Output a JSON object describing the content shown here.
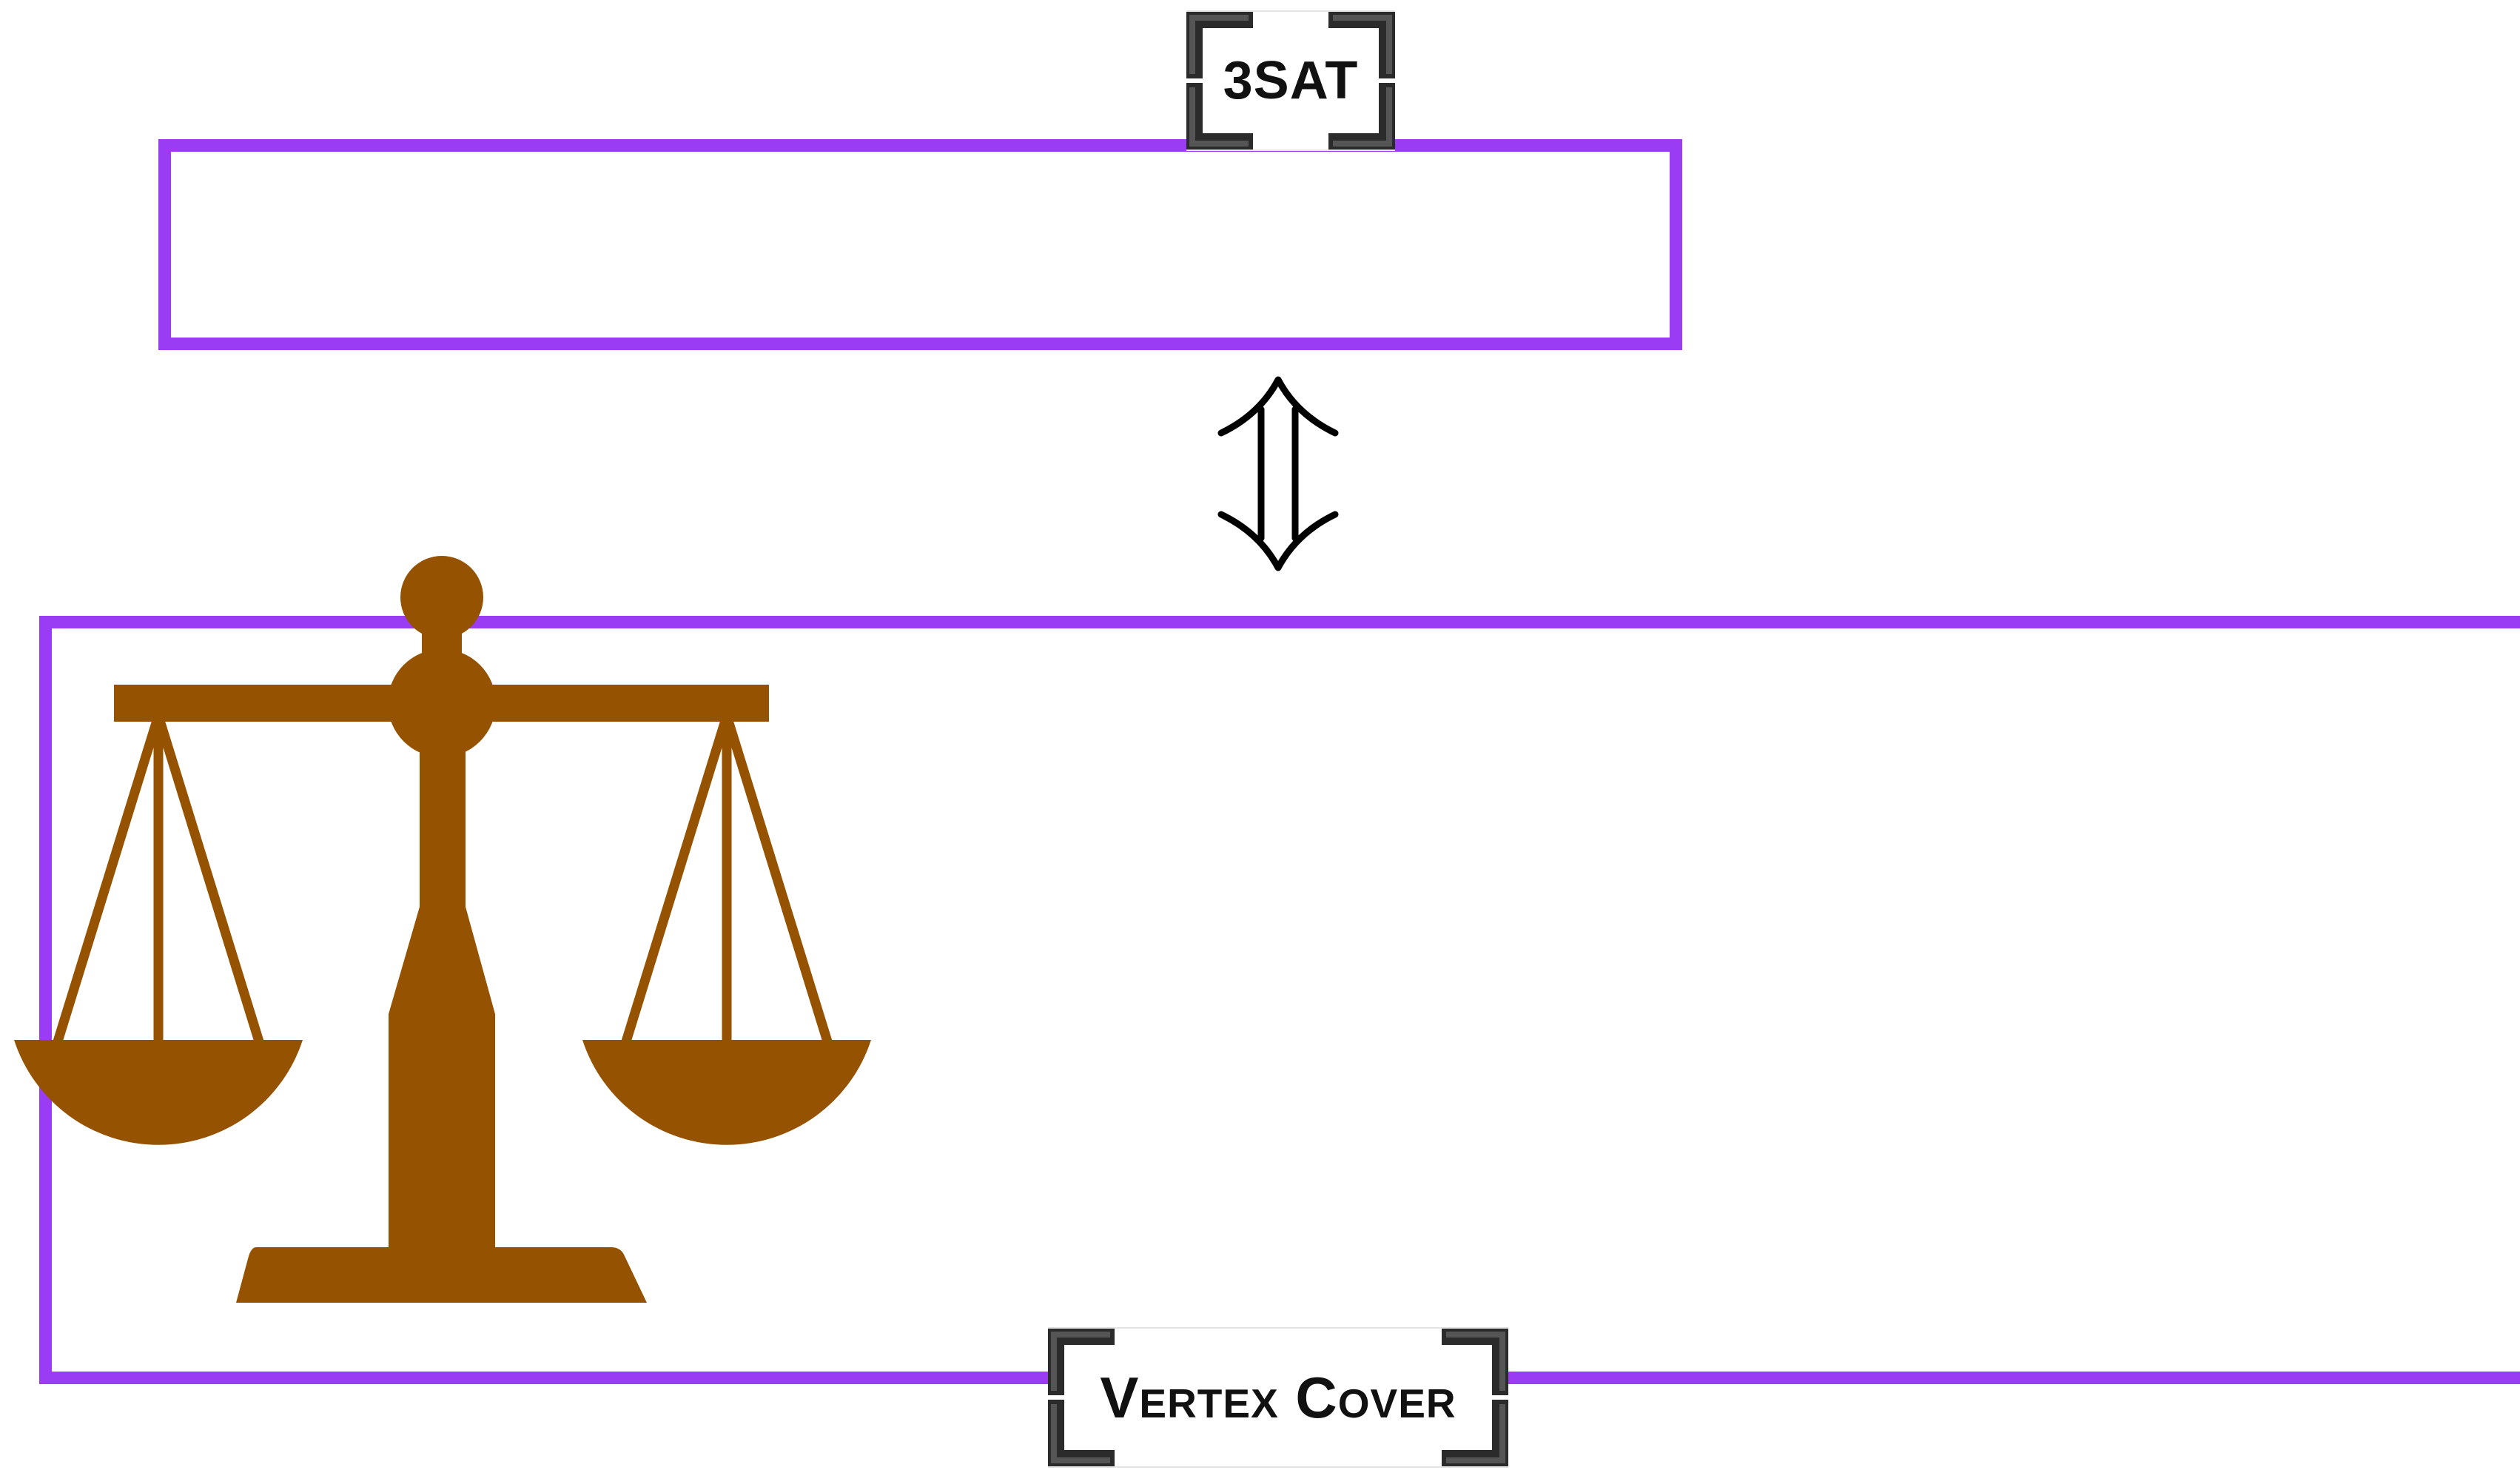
{
  "diagram": {
    "top_box_label": "3SAT",
    "bottom_box_label": "Vertex Cover",
    "connector": "iff-double-arrow",
    "decoration_icon": "scales-of-justice-icon",
    "colors": {
      "box_border": "#9b3cf5",
      "scale": "#955200",
      "label_text": "#111111",
      "plate_corner": "#2b2b2b"
    }
  }
}
